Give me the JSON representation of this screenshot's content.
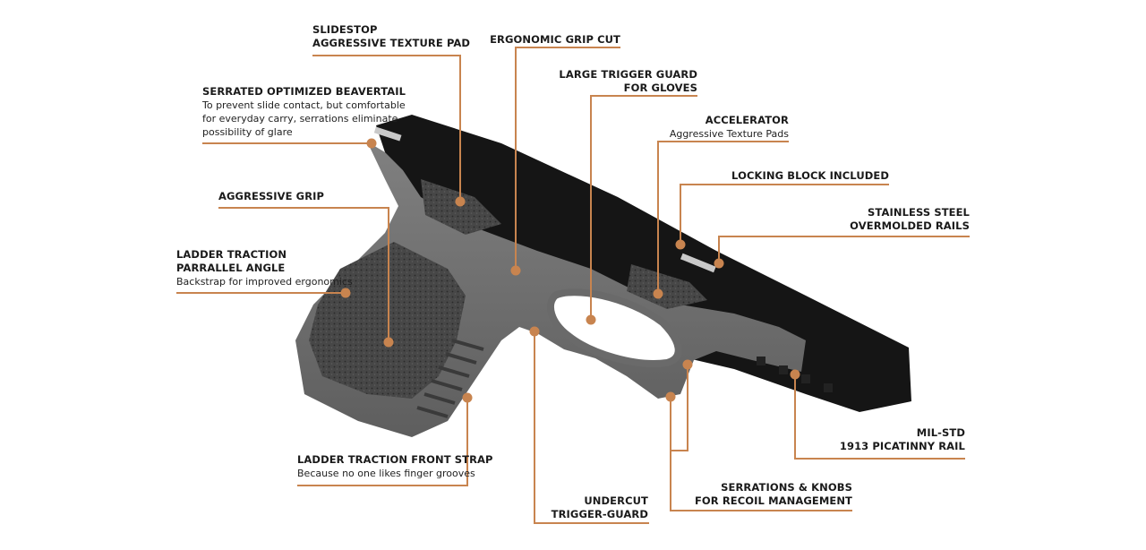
{
  "colors": {
    "accent": "#c8844f",
    "frame_gray": "#6f6f6f",
    "frame_dark": "#3d3d3d",
    "rail_black": "#141414",
    "text": "#1a1a1a"
  },
  "callouts": {
    "slidestop": {
      "title": [
        "SLIDESTOP",
        "AGGRESSIVE TEXTURE PAD"
      ]
    },
    "grip_cut": {
      "title": [
        "ERGONOMIC GRIP CUT"
      ]
    },
    "trigger_guard": {
      "title": [
        "LARGE TRIGGER GUARD",
        "FOR GLOVES"
      ]
    },
    "beavertail": {
      "title": [
        "SERRATED OPTIMIZED BEAVERTAIL"
      ],
      "sub": [
        "To prevent slide contact, but comfortable",
        "for everyday carry, serrations eliminate",
        "possibility of glare"
      ]
    },
    "accelerator": {
      "title": [
        "ACCELERATOR"
      ],
      "sub": [
        "Aggressive Texture Pads"
      ]
    },
    "locking_block": {
      "title": [
        "LOCKING BLOCK INCLUDED"
      ]
    },
    "aggressive_grip": {
      "title": [
        "AGGRESSIVE GRIP"
      ]
    },
    "rails": {
      "title": [
        "STAINLESS STEEL",
        "OVERMOLDED RAILS"
      ]
    },
    "ladder_backstrap": {
      "title": [
        "LADDER TRACTION",
        "PARRALLEL ANGLE"
      ],
      "sub": [
        "Backstrap for improved ergonomics"
      ]
    },
    "picatinny": {
      "title": [
        "MIL-STD",
        "1913 PICATINNY RAIL"
      ]
    },
    "front_strap": {
      "title": [
        "LADDER TRACTION FRONT STRAP"
      ],
      "sub": [
        "Because no one likes finger grooves"
      ]
    },
    "serrations": {
      "title": [
        "SERRATIONS & KNOBS",
        "FOR RECOIL MANAGEMENT"
      ]
    },
    "undercut": {
      "title": [
        "UNDERCUT",
        "TRIGGER-GUARD"
      ]
    }
  }
}
